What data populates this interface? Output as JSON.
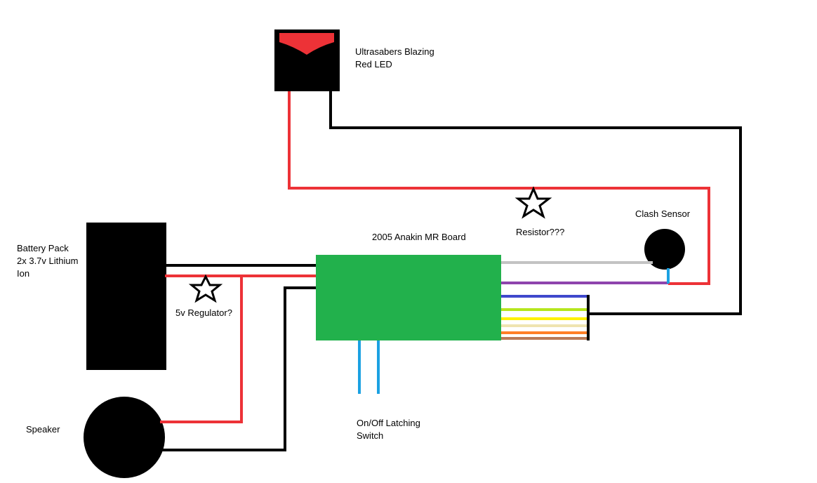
{
  "labels": {
    "led_line1": "Ultrasabers Blazing",
    "led_line2": "Red LED",
    "battery_line1": "Battery Pack",
    "battery_line2": "2x 3.7v Lithium",
    "battery_line3": "Ion",
    "board": "2005 Anakin MR Board",
    "clash": "Clash Sensor",
    "resistor": "Resistor???",
    "regulator": "5v Regulator?",
    "speaker": "Speaker",
    "switch_line1": "On/Off Latching",
    "switch_line2": "Switch"
  },
  "colors": {
    "red_wire": "#ed3237",
    "black_wire": "#000000",
    "board_fill": "#22b14c",
    "blue_wire": "#1ba1e2",
    "grey_wire": "#c3c3c3",
    "purple_wire": "#8e44ad",
    "ribbon": [
      "#3f48cc",
      "#b5e61d",
      "#fff200",
      "#efe4b0",
      "#ff7f27",
      "#b97a57"
    ]
  }
}
